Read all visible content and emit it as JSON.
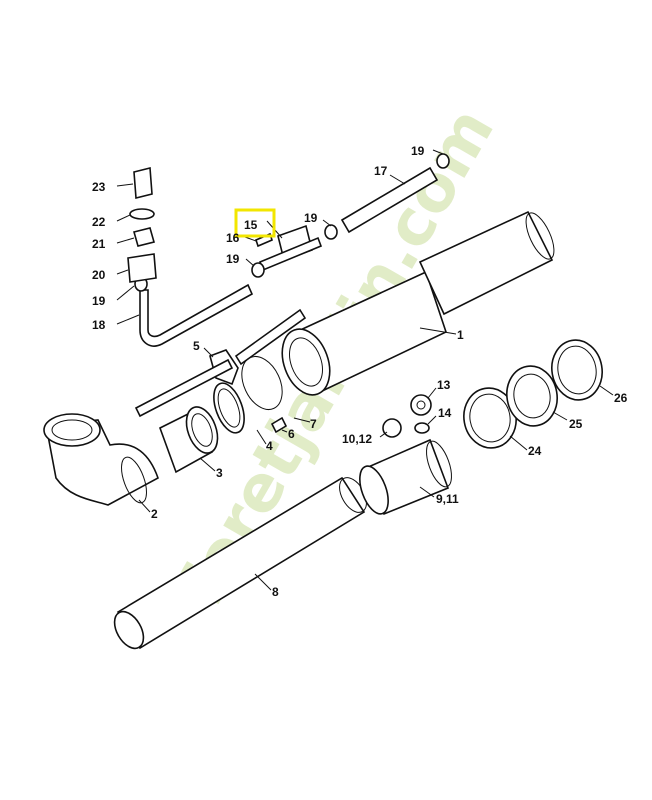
{
  "watermark": "foretjardin.com",
  "highlight_color": "#f2e600",
  "highlighted_part": "15",
  "labels": {
    "p1": "1",
    "p2": "2",
    "p3": "3",
    "p4": "4",
    "p5": "5",
    "p6": "6",
    "p7": "7",
    "p8": "8",
    "p9_11": "9,11",
    "p10_12": "10,12",
    "p13": "13",
    "p14": "14",
    "p15": "15",
    "p16": "16",
    "p17": "17",
    "p18": "18",
    "p19a": "19",
    "p19b": "19",
    "p19c": "19",
    "p19d": "19",
    "p20": "20",
    "p21": "21",
    "p22": "22",
    "p23": "23",
    "p24": "24",
    "p25": "25",
    "p26": "26"
  }
}
